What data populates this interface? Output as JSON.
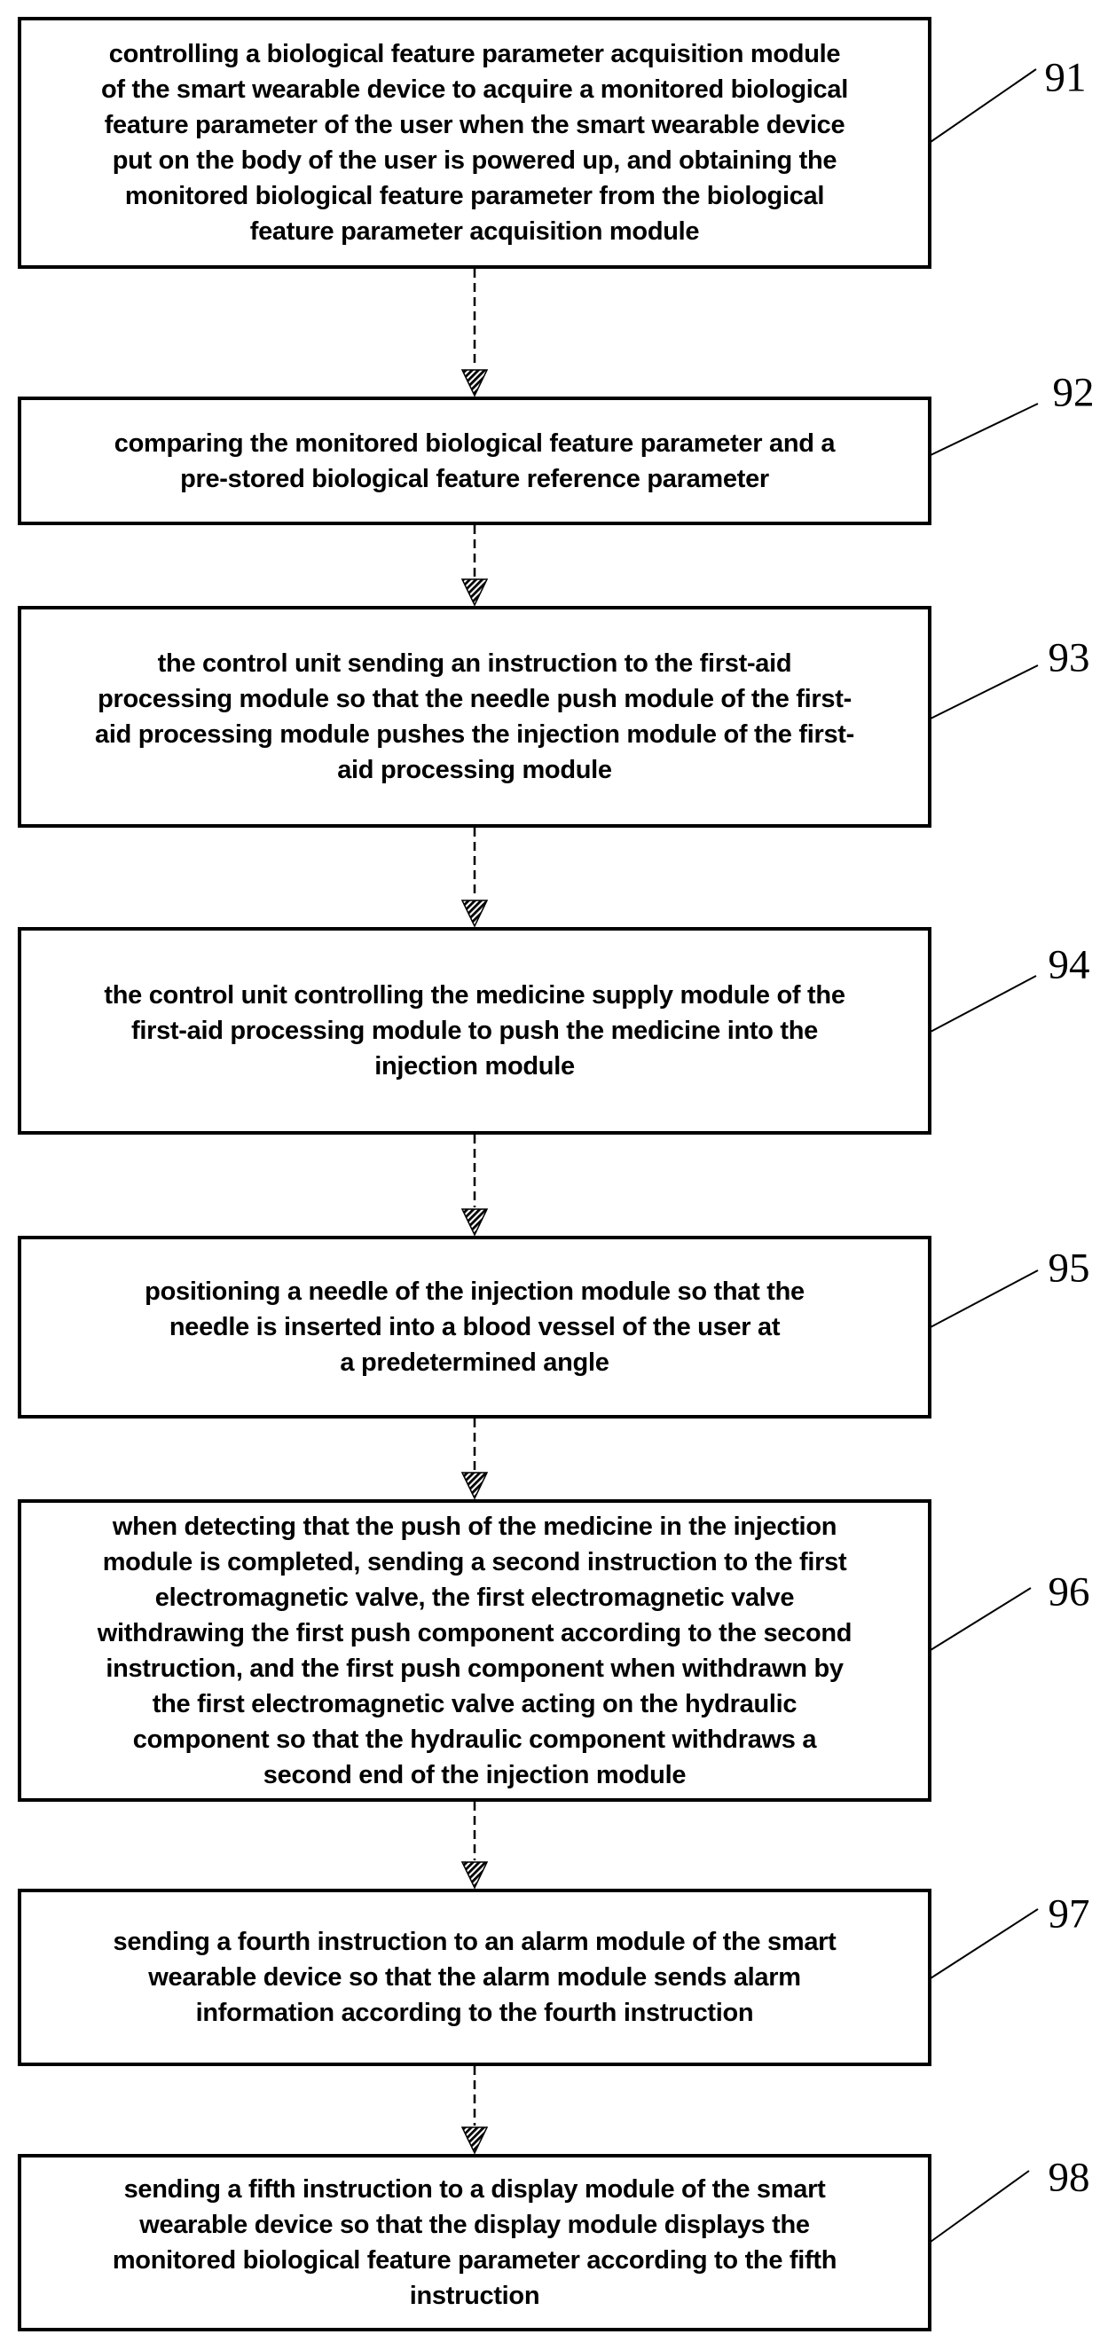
{
  "steps": [
    {
      "ref": "91",
      "lines": [
        "controlling a biological feature parameter acquisition module",
        "of the smart wearable device to acquire a monitored biological",
        "feature parameter of the user when the smart wearable device",
        "put on the body of the user is powered up, and obtaining the",
        "monitored biological feature parameter from the biological",
        "feature parameter acquisition module"
      ]
    },
    {
      "ref": "92",
      "lines": [
        "comparing the monitored biological feature parameter and a",
        "pre-stored biological feature reference parameter"
      ]
    },
    {
      "ref": "93",
      "lines": [
        "the control unit sending an instruction to the first-aid",
        "processing module so that the needle push module of the first-",
        "aid processing module pushes the injection module of the first-",
        "aid processing module"
      ]
    },
    {
      "ref": "94",
      "lines": [
        "the control unit controlling the medicine supply module of the",
        "first-aid processing module to push the medicine into the",
        "injection module"
      ]
    },
    {
      "ref": "95",
      "lines": [
        "positioning a needle of the injection module so that the",
        "needle is inserted into a blood vessel of the user at",
        "a predetermined angle"
      ]
    },
    {
      "ref": "96",
      "lines": [
        "when detecting that the push of the medicine in the injection",
        "module is completed, sending a second instruction to the first",
        "electromagnetic valve, the first electromagnetic valve",
        "withdrawing the first push component according to the second",
        "instruction, and the first push component when withdrawn by",
        "the first electromagnetic valve acting on the hydraulic",
        "component so that the hydraulic component withdraws a",
        "second end of the injection module"
      ]
    },
    {
      "ref": "97",
      "lines": [
        "sending a fourth instruction to an alarm module of the smart",
        "wearable device so that the alarm module sends alarm",
        "information according to the fourth instruction"
      ]
    },
    {
      "ref": "98",
      "lines": [
        "sending a fifth instruction to a display module of the smart",
        "wearable device so that the display module displays the",
        "monitored biological feature parameter according to the fifth",
        "instruction"
      ]
    }
  ]
}
